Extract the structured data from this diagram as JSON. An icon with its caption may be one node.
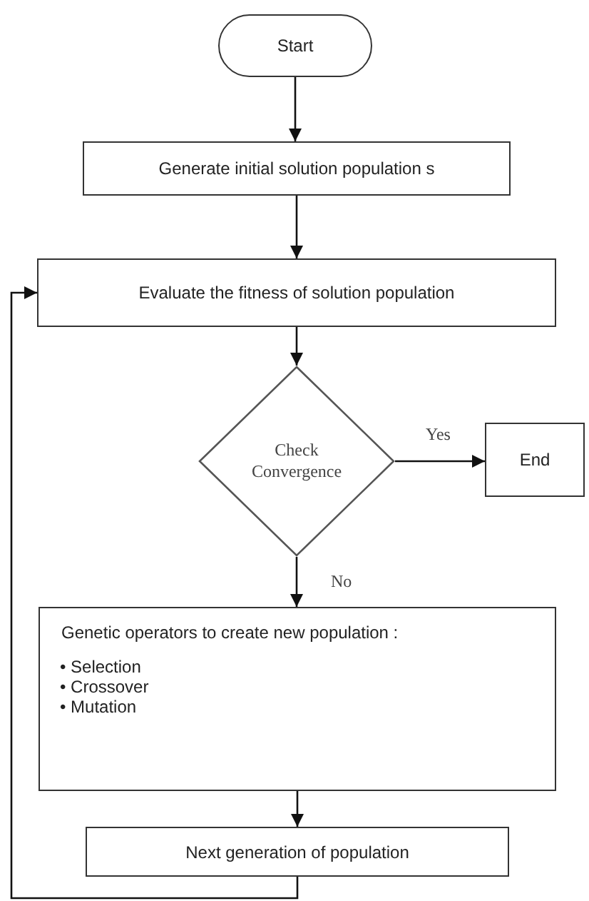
{
  "diagram": {
    "nodes": [
      {
        "text": [
          "Start"
        ]
      },
      {
        "text": [
          "Generate initial solution population  s"
        ]
      },
      {
        "text": [
          "Evaluate the fitness of solution population"
        ]
      },
      {
        "text": [
          "Check Convergence"
        ]
      },
      {
        "text": [
          "End"
        ]
      },
      {
        "text": [
          "Genetic operators to create new population :",
          "• Selection",
          "• Crossover",
          "• Mutation"
        ]
      },
      {
        "text": [
          "Next generation of population"
        ]
      }
    ],
    "edges": [
      {
        "from": 0,
        "to": 1,
        "arrow": "to"
      },
      {
        "from": 1,
        "to": 2,
        "arrow": "to"
      },
      {
        "from": 2,
        "to": 3,
        "arrow": "to"
      },
      {
        "from": 3,
        "to": 4,
        "arrow": "to",
        "label": "Yes"
      },
      {
        "from": 3,
        "to": 5,
        "arrow": "to",
        "label": "No"
      },
      {
        "from": 5,
        "to": 6,
        "arrow": "to"
      },
      {
        "from": 6,
        "to": 2,
        "arrow": "to"
      }
    ]
  }
}
